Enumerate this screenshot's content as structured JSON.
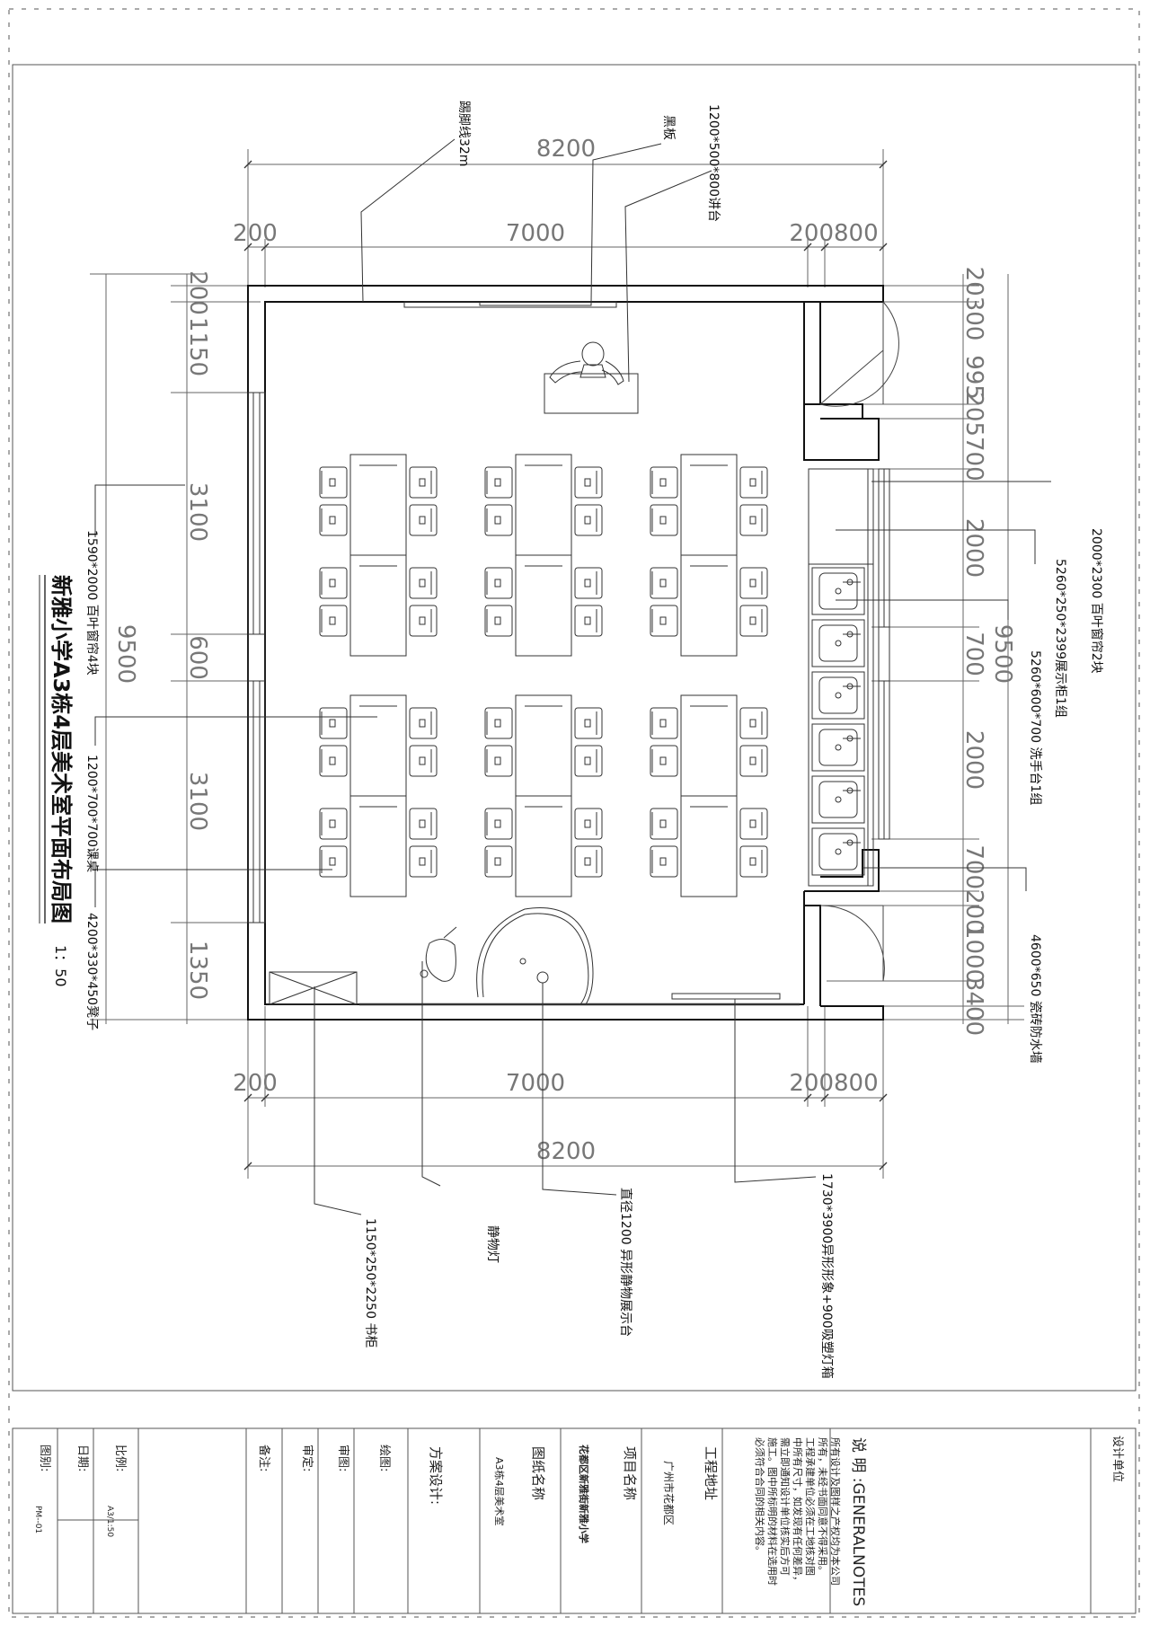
{
  "drawing": {
    "title": "新雅小学A3栋4层美术室平面布局图",
    "scale": "1：50"
  },
  "dims": {
    "top_total": "8200",
    "top_left": "200",
    "top_mid": "7000",
    "top_right": "200800",
    "bottom_total": "8200",
    "bottom_left": "200",
    "bottom_mid": "7000",
    "bottom_right": "200800",
    "left_total": "9500",
    "left_1": "200",
    "left_2": "1150",
    "left_3": "3100",
    "left_4": "600",
    "left_5": "3100",
    "left_6": "1350",
    "right_total": "9500",
    "right_1": "20300",
    "right_2": "995",
    "right_3": "205700",
    "right_4": "2000",
    "right_5": "700",
    "right_6": "2000",
    "right_7": "700200",
    "right_8": "1000",
    "right_9": "3400"
  },
  "annotations": {
    "skirting": "踢脚线32m",
    "blackboard": "黑板",
    "lectern": "1200*500*800讲台",
    "blinds_right": "2000*2300  百叶窗帘2块",
    "display_cabinet": "5260*250*2399展示柜1组",
    "sink": "5260*600*700  洗手台1组",
    "tile_wall": "4600*650  瓷砖防水墙",
    "blinds_left": "1590*2000  百叶窗帘4块",
    "desk": "1200*700*700课桌",
    "stool": "4200*330*450凳子",
    "bookcase": "1150*250*2250    书柜",
    "still_lamp": "静物灯",
    "still_table": "直径1200    异形静物展示台",
    "lightbox": "1730*3900异形形象+900吸塑灯箱"
  },
  "title_block": {
    "design_unit_label": "设计单位",
    "notes_title": "说 明 :GENERALNOTES",
    "notes_lines": [
      "所有设计及图样之产权均为本公司",
      "所有，未经书面同意不得采用。",
      "工程承建单位必须在工地核对图",
      "中所有尺寸，如发现有任何差异，",
      "需立即通知设计单位核实后方可",
      "施工。图中所标明的材料在选用时",
      "必须符合合同的相关内容。"
    ],
    "address_label": "工程地址",
    "address_value": "广州市花都区",
    "project_label": "项目名称",
    "project_value": "花都区新雅街新雅小学",
    "sheet_label": "图纸名称",
    "sheet_value": "A3栋4层美术室",
    "scheme_label": "方案设计:",
    "drawn_label": "绘图:",
    "review_label": "审图:",
    "approve_label": "审定:",
    "remarks_label": "备注:",
    "scale_label": "比例:",
    "scale_value": "A3/1:50",
    "date_label": "日期:",
    "number_label": "图别:",
    "number_value": "PM--01"
  }
}
